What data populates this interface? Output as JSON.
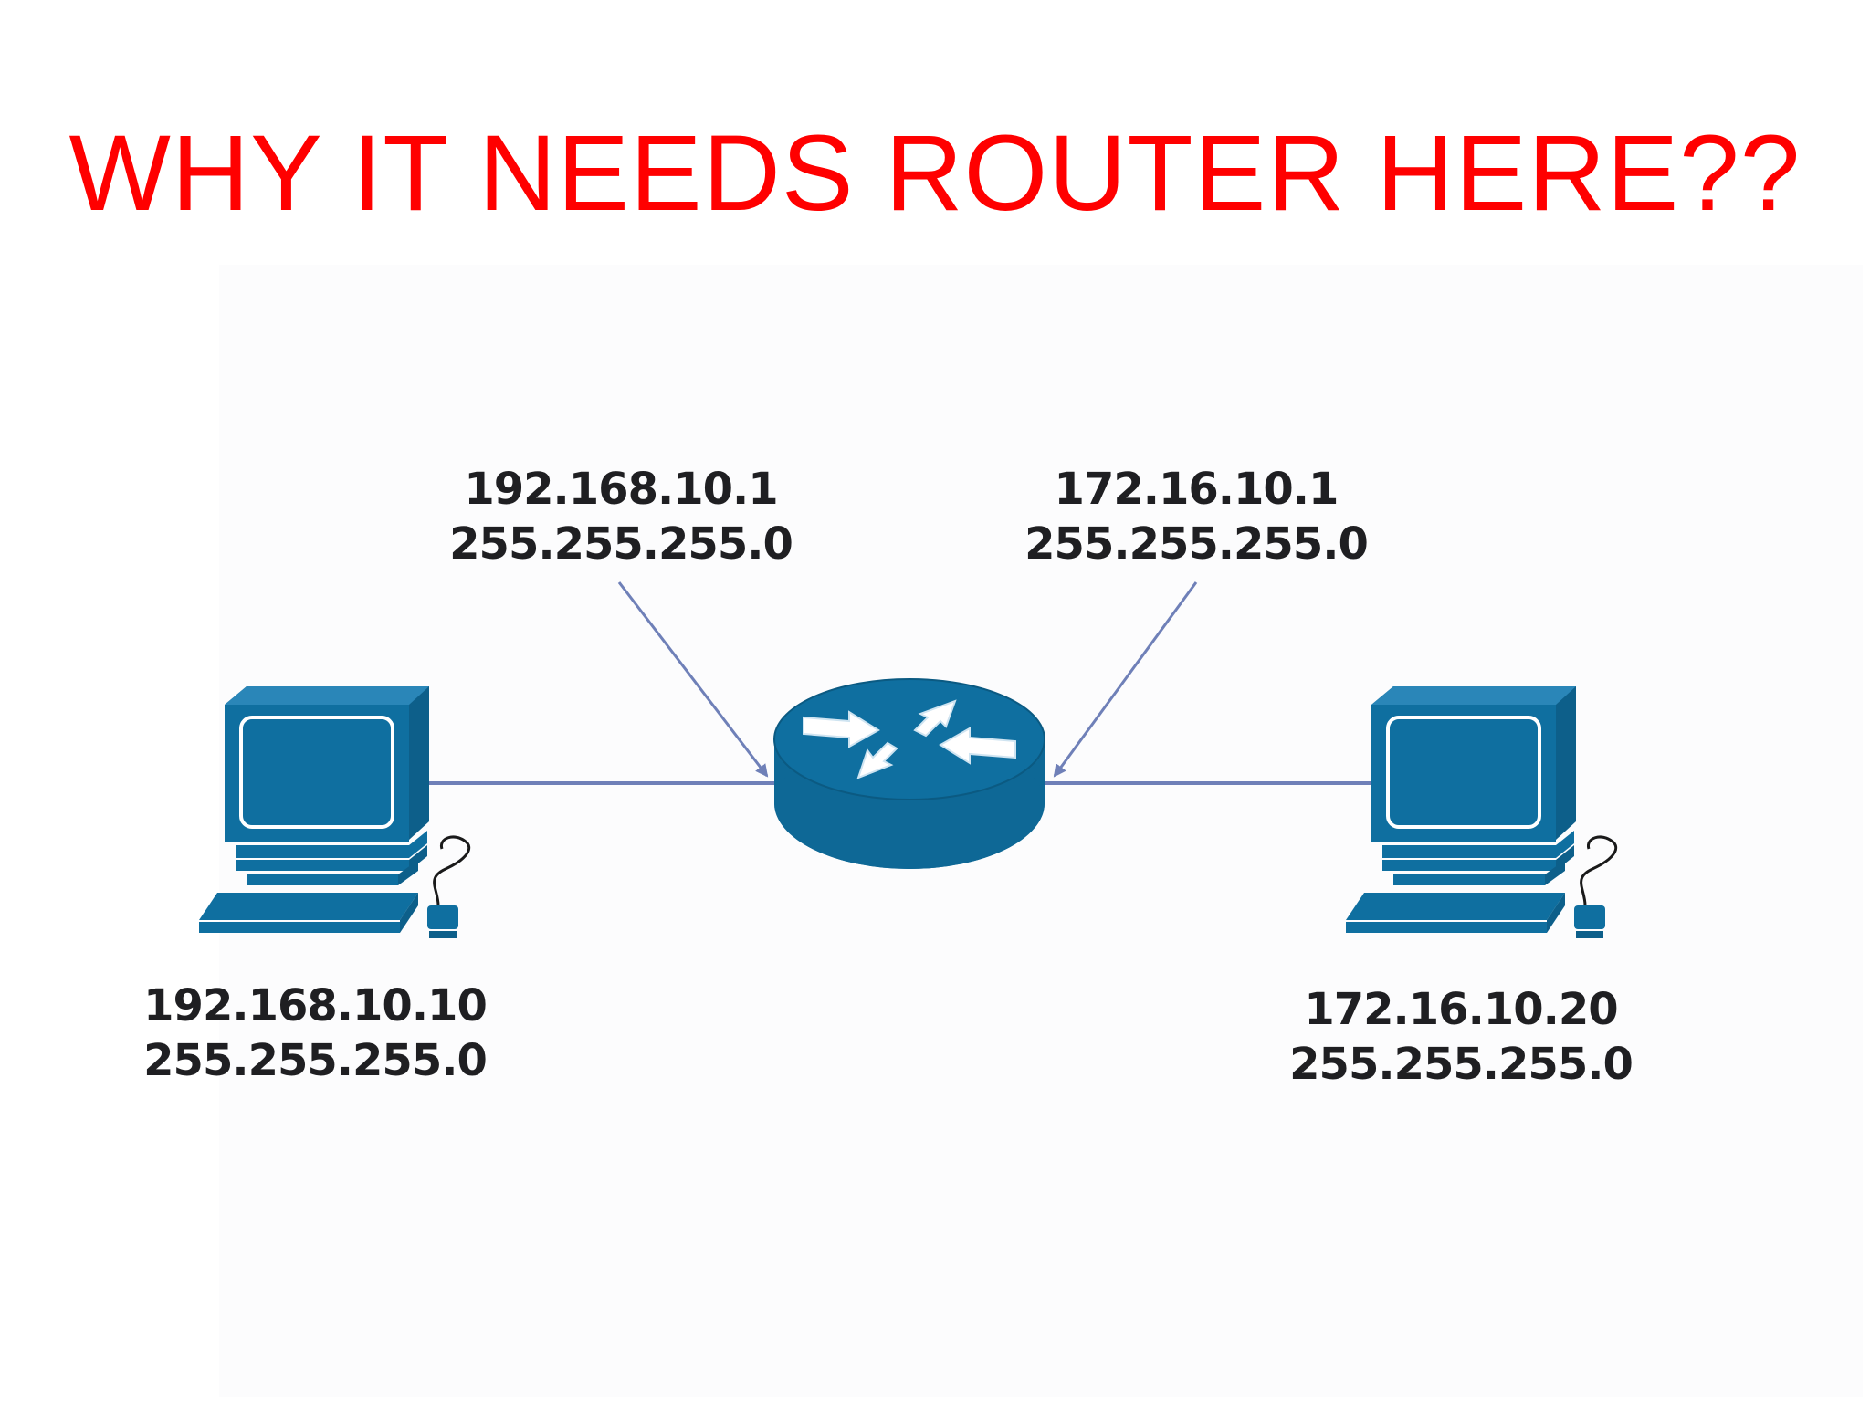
{
  "title": "WHY IT NEEDS ROUTER HERE??",
  "colors": {
    "title": "#ff0000",
    "device_fill": "#0f6fa0",
    "device_outline": "#ffffff",
    "link": "#6f80b8",
    "label_text": "#1f1f22"
  },
  "icons": {
    "left_host": "desktop-computer-icon",
    "router": "router-icon",
    "right_host": "desktop-computer-icon"
  },
  "router_interfaces": {
    "left": {
      "ip": "192.168.10.1",
      "mask": "255.255.255.0"
    },
    "right": {
      "ip": "172.16.10.1",
      "mask": "255.255.255.0"
    }
  },
  "hosts": {
    "left": {
      "ip": "192.168.10.10",
      "mask": "255.255.255.0"
    },
    "right": {
      "ip": "172.16.10.20",
      "mask": "255.255.255.0"
    }
  }
}
